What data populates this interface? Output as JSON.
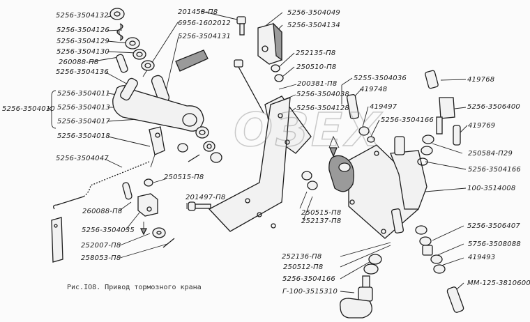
{
  "figure": {
    "caption": "Рис.IO8. Привод тормозного крана",
    "watermark": "ОЗЕХ",
    "group_label": "5256-3504010"
  },
  "labels": [
    {
      "id": "p1",
      "text": "5256-3504132"
    },
    {
      "id": "p2",
      "text": "5256-3504126"
    },
    {
      "id": "p3",
      "text": "5256-3504129"
    },
    {
      "id": "p4",
      "text": "5256-3504130"
    },
    {
      "id": "p5",
      "text": "260088-П8"
    },
    {
      "id": "p6",
      "text": "5256-3504136"
    },
    {
      "id": "p7",
      "text": "5256-3504011"
    },
    {
      "id": "p8",
      "text": "5256-3504013"
    },
    {
      "id": "p9",
      "text": "5256-3504017"
    },
    {
      "id": "p10",
      "text": "5256-3504018"
    },
    {
      "id": "p11",
      "text": "5256-3504047"
    },
    {
      "id": "p12",
      "text": "250515-П8"
    },
    {
      "id": "p13",
      "text": "260088-П8"
    },
    {
      "id": "p14",
      "text": "5256-3504035"
    },
    {
      "id": "p15",
      "text": "252007-П8"
    },
    {
      "id": "p16",
      "text": "258053-П8"
    },
    {
      "id": "p17",
      "text": "201458-П8"
    },
    {
      "id": "p18",
      "text": "6956-1602012"
    },
    {
      "id": "p19",
      "text": "5256-3504131"
    },
    {
      "id": "p20",
      "text": "5256-3504049"
    },
    {
      "id": "p21",
      "text": "5256-3504134"
    },
    {
      "id": "p22",
      "text": "252135-П8"
    },
    {
      "id": "p23",
      "text": "250510-П8"
    },
    {
      "id": "p24",
      "text": "200381-П8"
    },
    {
      "id": "p25",
      "text": "5256-3504038"
    },
    {
      "id": "p26",
      "text": "5256-3504128"
    },
    {
      "id": "p27",
      "text": "5255-3504036"
    },
    {
      "id": "p28",
      "text": "419748"
    },
    {
      "id": "p29",
      "text": "419497"
    },
    {
      "id": "p30",
      "text": "5256-3504166"
    },
    {
      "id": "p31",
      "text": "201497-П8"
    },
    {
      "id": "p32",
      "text": "250515-П8"
    },
    {
      "id": "p33",
      "text": "252137-П8"
    },
    {
      "id": "p34",
      "text": "419768"
    },
    {
      "id": "p35",
      "text": "5256-3506400"
    },
    {
      "id": "p36",
      "text": "419769"
    },
    {
      "id": "p37",
      "text": "250584-П29"
    },
    {
      "id": "p38",
      "text": "5256-3504166"
    },
    {
      "id": "p39",
      "text": "100-3514008"
    },
    {
      "id": "p40",
      "text": "5256-3506407"
    },
    {
      "id": "p41",
      "text": "5756-3508088"
    },
    {
      "id": "p42",
      "text": "419493"
    },
    {
      "id": "p43",
      "text": "ММ-125-3810600"
    },
    {
      "id": "p44",
      "text": "252136-П8"
    },
    {
      "id": "p45",
      "text": "250512-П8"
    },
    {
      "id": "p46",
      "text": "5256-3504166"
    },
    {
      "id": "p47",
      "text": "Г-100-3515310"
    }
  ]
}
